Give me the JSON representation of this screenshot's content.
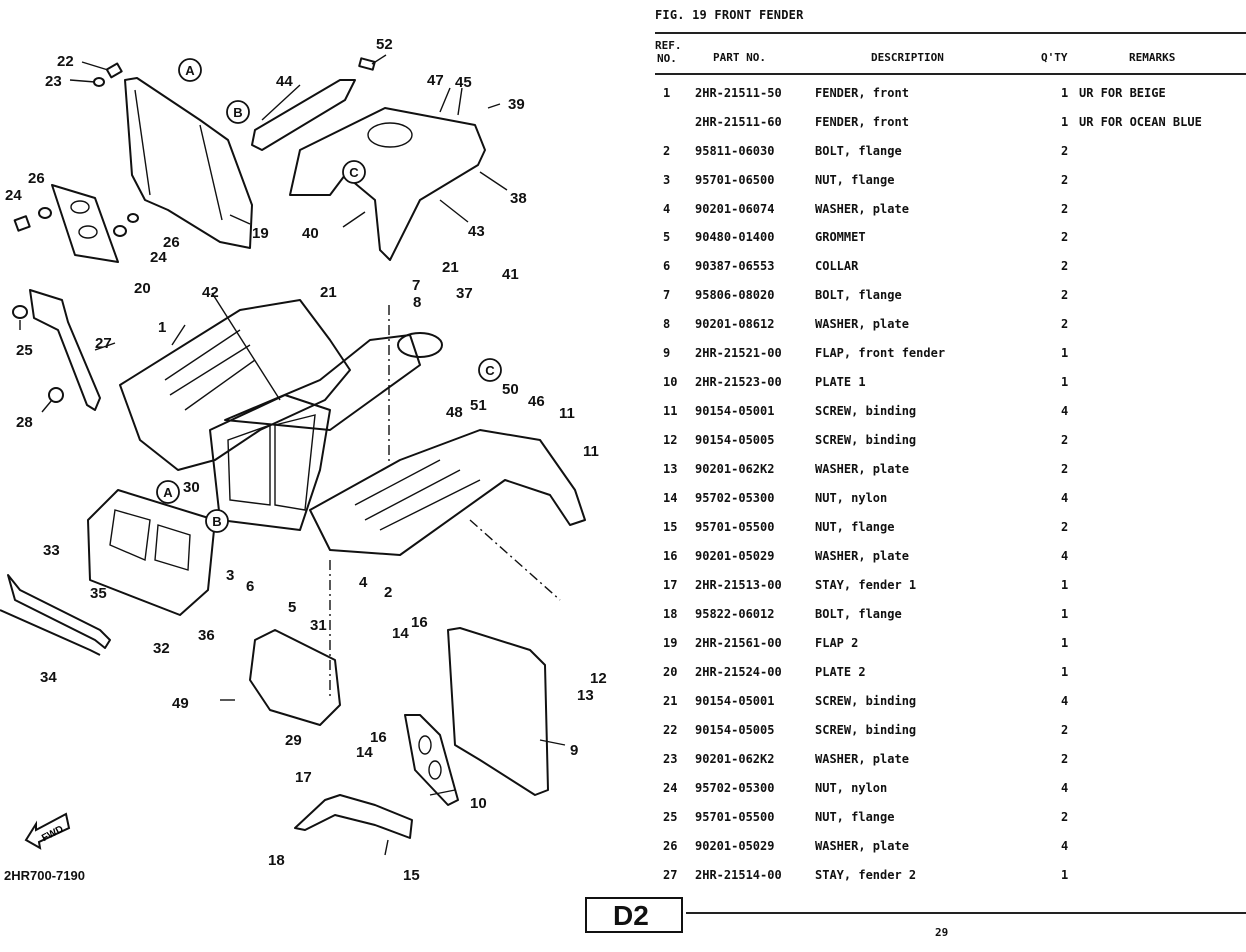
{
  "figure": {
    "title": "FIG. 19  FRONT FENDER",
    "drawing_code": "2HR700-7190",
    "fwd_label": "FWD"
  },
  "table": {
    "headers": {
      "ref_line1": "REF.",
      "ref_line2": "NO.",
      "part_no": "PART NO.",
      "description": "DESCRIPTION",
      "qty": "Q'TY",
      "remarks": "REMARKS"
    },
    "rows": [
      {
        "ref": "1",
        "part_no": "2HR-21511-50",
        "description": "FENDER, front",
        "qty": "1",
        "remarks": "UR FOR BEIGE"
      },
      {
        "ref": "",
        "part_no": "2HR-21511-60",
        "description": "FENDER, front",
        "qty": "1",
        "remarks": "UR FOR OCEAN BLUE"
      },
      {
        "ref": "2",
        "part_no": "95811-06030",
        "description": "BOLT, flange",
        "qty": "2",
        "remarks": ""
      },
      {
        "ref": "3",
        "part_no": "95701-06500",
        "description": "NUT, flange",
        "qty": "2",
        "remarks": ""
      },
      {
        "ref": "4",
        "part_no": "90201-06074",
        "description": "WASHER, plate",
        "qty": "2",
        "remarks": ""
      },
      {
        "ref": "5",
        "part_no": "90480-01400",
        "description": "GROMMET",
        "qty": "2",
        "remarks": ""
      },
      {
        "ref": "6",
        "part_no": "90387-06553",
        "description": "COLLAR",
        "qty": "2",
        "remarks": ""
      },
      {
        "ref": "7",
        "part_no": "95806-08020",
        "description": "BOLT, flange",
        "qty": "2",
        "remarks": ""
      },
      {
        "ref": "8",
        "part_no": "90201-08612",
        "description": "WASHER, plate",
        "qty": "2",
        "remarks": ""
      },
      {
        "ref": "9",
        "part_no": "2HR-21521-00",
        "description": "FLAP, front fender",
        "qty": "1",
        "remarks": ""
      },
      {
        "ref": "10",
        "part_no": "2HR-21523-00",
        "description": "PLATE 1",
        "qty": "1",
        "remarks": ""
      },
      {
        "ref": "11",
        "part_no": "90154-05001",
        "description": "SCREW, binding",
        "qty": "4",
        "remarks": ""
      },
      {
        "ref": "12",
        "part_no": "90154-05005",
        "description": "SCREW, binding",
        "qty": "2",
        "remarks": ""
      },
      {
        "ref": "13",
        "part_no": "90201-062K2",
        "description": "WASHER, plate",
        "qty": "2",
        "remarks": ""
      },
      {
        "ref": "14",
        "part_no": "95702-05300",
        "description": "NUT, nylon",
        "qty": "4",
        "remarks": ""
      },
      {
        "ref": "15",
        "part_no": "95701-05500",
        "description": "NUT, flange",
        "qty": "2",
        "remarks": ""
      },
      {
        "ref": "16",
        "part_no": "90201-05029",
        "description": "WASHER, plate",
        "qty": "4",
        "remarks": ""
      },
      {
        "ref": "17",
        "part_no": "2HR-21513-00",
        "description": "STAY, fender 1",
        "qty": "1",
        "remarks": ""
      },
      {
        "ref": "18",
        "part_no": "95822-06012",
        "description": "BOLT, flange",
        "qty": "1",
        "remarks": ""
      },
      {
        "ref": "19",
        "part_no": "2HR-21561-00",
        "description": "FLAP 2",
        "qty": "1",
        "remarks": ""
      },
      {
        "ref": "20",
        "part_no": "2HR-21524-00",
        "description": "PLATE 2",
        "qty": "1",
        "remarks": ""
      },
      {
        "ref": "21",
        "part_no": "90154-05001",
        "description": "SCREW, binding",
        "qty": "4",
        "remarks": ""
      },
      {
        "ref": "22",
        "part_no": "90154-05005",
        "description": "SCREW, binding",
        "qty": "2",
        "remarks": ""
      },
      {
        "ref": "23",
        "part_no": "90201-062K2",
        "description": "WASHER, plate",
        "qty": "2",
        "remarks": ""
      },
      {
        "ref": "24",
        "part_no": "95702-05300",
        "description": "NUT, nylon",
        "qty": "4",
        "remarks": ""
      },
      {
        "ref": "25",
        "part_no": "95701-05500",
        "description": "NUT, flange",
        "qty": "2",
        "remarks": ""
      },
      {
        "ref": "26",
        "part_no": "90201-05029",
        "description": "WASHER, plate",
        "qty": "4",
        "remarks": ""
      },
      {
        "ref": "27",
        "part_no": "2HR-21514-00",
        "description": "STAY, fender 2",
        "qty": "1",
        "remarks": ""
      }
    ]
  },
  "callouts": {
    "numbers": [
      "1",
      "2",
      "3",
      "4",
      "5",
      "6",
      "7",
      "8",
      "9",
      "10",
      "11",
      "11",
      "12",
      "13",
      "14",
      "14",
      "15",
      "16",
      "16",
      "17",
      "18",
      "19",
      "20",
      "21",
      "21",
      "22",
      "23",
      "24",
      "24",
      "25",
      "26",
      "26",
      "27",
      "28",
      "29",
      "30",
      "31",
      "32",
      "33",
      "34",
      "35",
      "36",
      "37",
      "38",
      "39",
      "40",
      "41",
      "42",
      "43",
      "44",
      "45",
      "46",
      "47",
      "48",
      "49",
      "50",
      "51",
      "52"
    ],
    "reference_letters": [
      "A",
      "B",
      "C"
    ]
  },
  "footer": {
    "section": "D2",
    "page": "29"
  }
}
